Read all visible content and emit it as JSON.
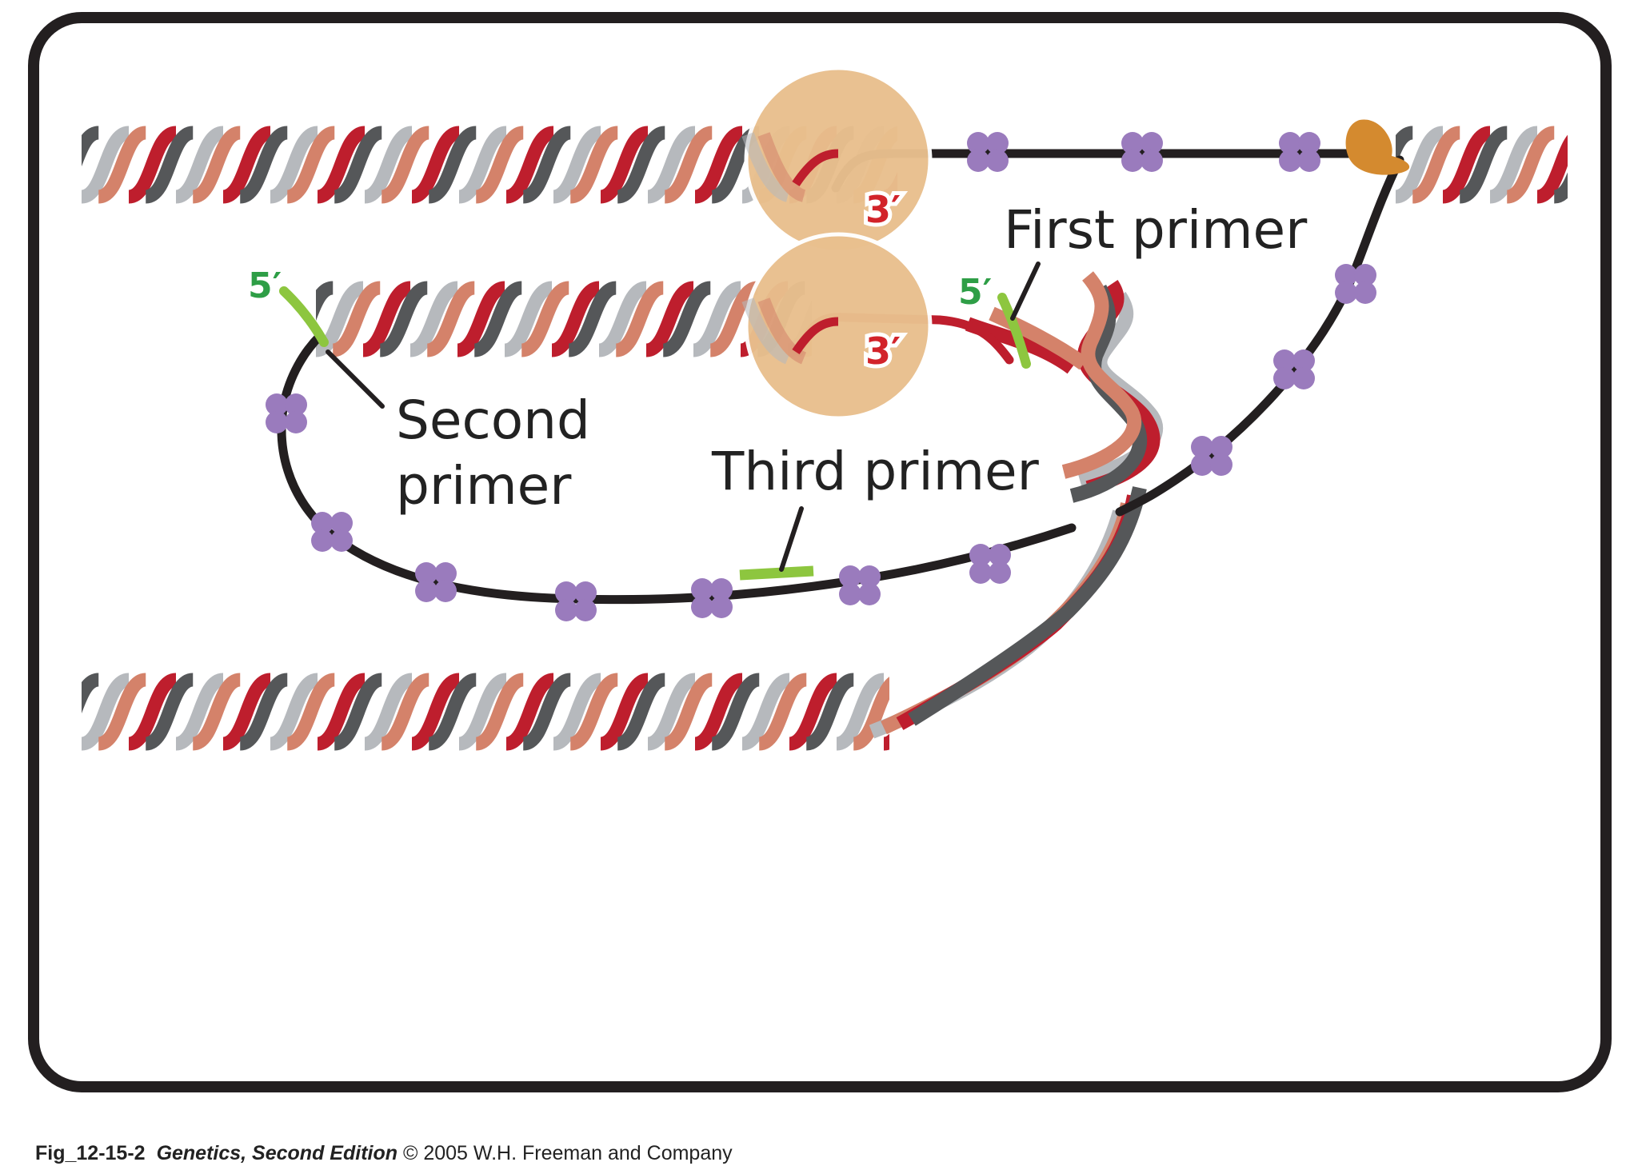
{
  "labels": {
    "first_primer": "First primer",
    "second_primer_line1": "Second",
    "second_primer_line2": "primer",
    "third_primer": "Third primer",
    "five_prime": "5′",
    "three_prime": "3′"
  },
  "caption": {
    "figure_id": "Fig_12-15-2",
    "book_title": "Genetics, Second Edition",
    "copyright": "© 2005 W.H. Freeman and Company"
  },
  "colors": {
    "strand_red": "#be1e2d",
    "strand_salmon": "#d4826a",
    "strand_dark": "#555759",
    "strand_light": "#b6b9bd",
    "new_strand": "#231f20",
    "primer_green": "#8dc63f",
    "five_prime_green": "#2e9e46",
    "three_prime_red": "#d2232a",
    "polymerase": "#e9c08e",
    "ssb_protein": "#9a7bbd",
    "helicase": "#d48a2f",
    "frame": "#231f20"
  },
  "icons": {
    "polymerase": "dna-polymerase-circle",
    "ssb": "single-strand-binding-protein-cluster",
    "helicase": "helicase-icon"
  }
}
